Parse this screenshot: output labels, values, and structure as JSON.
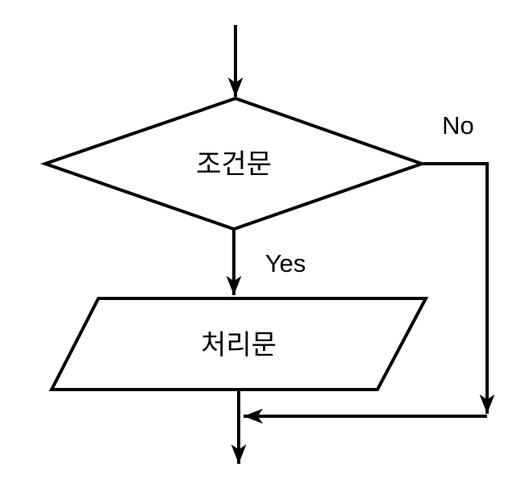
{
  "canvas": {
    "background": "#ffffff"
  },
  "flowchart": {
    "nodes": {
      "decision": {
        "shape": "diamond",
        "label": "조건문"
      },
      "process": {
        "shape": "parallelogram",
        "label": "처리문"
      }
    },
    "edge_labels": {
      "yes": "Yes",
      "no": "No"
    },
    "colors": {
      "stroke": "#000000",
      "text": "#000000",
      "shape_fill": "#ffffff"
    }
  }
}
